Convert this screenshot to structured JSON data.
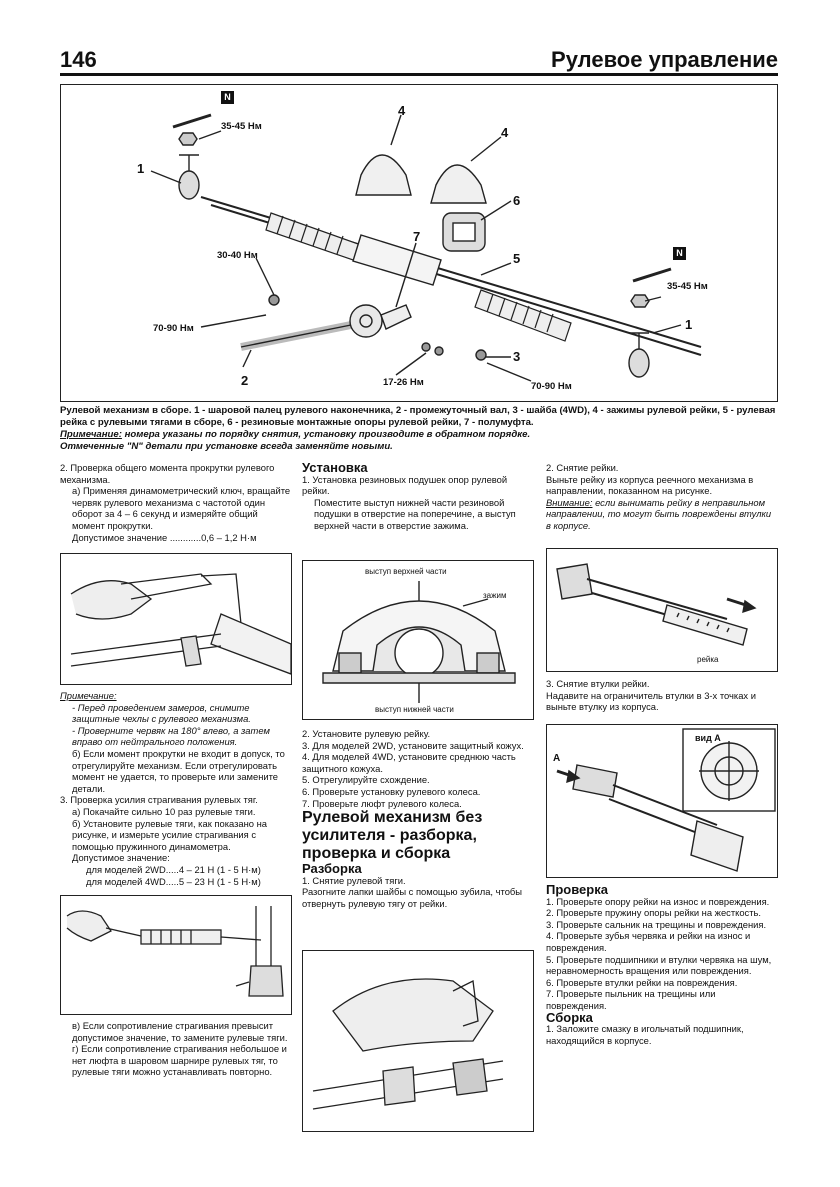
{
  "header": {
    "page_number": "146",
    "title": "Рулевое управление"
  },
  "main_figure": {
    "torques": {
      "t1": "35-45 Нм",
      "t2": "30-40 Нм",
      "t3": "70-90 Нм",
      "t4": "35-45 Нм",
      "t5": "17-26 Нм",
      "t6": "70-90 Нм"
    },
    "n_mark": "N",
    "numbers": {
      "n1a": "1",
      "n1b": "1",
      "n2": "2",
      "n3": "3",
      "n4a": "4",
      "n4b": "4",
      "n5": "5",
      "n6": "6",
      "n7": "7"
    }
  },
  "caption": {
    "line1": "Рулевой механизм в сборе. 1 - шаровой палец рулевого наконечника, 2 - промежуточный вал, 3 - шайба (4WD), 4 - зажимы рулевой рейки, 5 - рулевая рейка с рулевыми тягами в сборе, 6 - резиновые монтажные опоры рулевой рейки, 7 - полумуфта.",
    "note_label": "Примечание:",
    "note_text": " номера указаны по порядку снятия, установку производите в обратном порядке.",
    "note2": "Отмеченные \"N\" детали при установке всегда заменяйте новыми."
  },
  "left_col": {
    "p1": "2. Проверка общего момента прокрутки рулевого механизма.",
    "p2": "а) Применяя динамометрический ключ, вращайте червяк рулевого механизма с частотой один оборот за 4 – 6 секунд и измеряйте общий момент прокрутки.",
    "p3": "Допустимое значение ............0,6 – 1,2 Н·м",
    "note_label": "Примечание:",
    "note1": "- Перед проведением замеров, снимите защитные чехлы с рулевого механизма.",
    "note2": "- Проверните червяк на 180° влево, а затем вправо от нейтрального положения.",
    "p4": "б) Если момент прокрутки не входит в допуск, то отрегулируйте механизм. Если отрегулировать момент не удается, то проверьте или замените детали.",
    "p5": "3. Проверка усилия страгивания рулевых тяг.",
    "p6": "а) Покачайте сильно 10 раз рулевые тяги.",
    "p7": "б) Установите рулевые тяги, как показано на рисунке, и измерьте усилие страгивания с помощью пружинного динамометра.",
    "p8": "Допустимое значение:",
    "p9": "для моделей 2WD.....4 – 21 Н (1 - 5 Н·м)",
    "p10": "для моделей 4WD.....5 – 23 Н (1 - 5 Н·м)",
    "p11": "в) Если сопротивление страгивания превысит допустимое значение, то замените рулевые тяги.",
    "p12": "г) Если сопротивление страгивания небольшое и нет люфта в шаровом шарнире рулевых тяг, то рулевые тяги можно устанавливать повторно."
  },
  "mid_col": {
    "h_install": "Установка",
    "p1": "1. Установка резиновых подушек опор рулевой рейки.",
    "p2": "Поместите выступ нижней части резиновой подушки в отверстие на поперечине, а выступ верхней части в отверстие зажима.",
    "fig_top": "выступ верхней части",
    "fig_clamp": "зажим",
    "fig_bottom": "выступ нижней части",
    "s2": "2. Установите рулевую рейку.",
    "s3": "3. Для моделей 2WD, установите защитный кожух.",
    "s4": "4. Для моделей 4WD, установите среднюю часть защитного кожуха.",
    "s5": "5. Отрегулируйте схождение.",
    "s6": "6. Проверьте установку рулевого колеса.",
    "s7": "7. Проверьте люфт рулевого колеса.",
    "h_section": "Рулевой механизм без усилителя - разборка, проверка и сборка",
    "h_disasm": "Разборка",
    "d1": "1. Снятие рулевой тяги.",
    "d2": "Разогните лапки шайбы с помощью зубила, чтобы отвернуть рулевую тягу от рейки."
  },
  "right_col": {
    "p1": "2. Снятие рейки.",
    "p2": "Выньте рейку из корпуса реечного механизма в направлении, показанном на рисунке.",
    "warn_label": "Внимание:",
    "warn_text": " если вынимать рейку в неправильном направлении, то могут быть повреждены втулки в корпусе.",
    "fig_rack": "рейка",
    "p3": "3. Снятие втулки рейки.",
    "p4": "Надавите на ограничитель втулки в 3-х точках и выньте втулку из корпуса.",
    "fig_viewA": "вид A",
    "fig_A": "A",
    "h_check": "Проверка",
    "c1": "1. Проверьте опору рейки на износ и повреждения.",
    "c2": "2. Проверьте пружину опоры рейки на жесткость.",
    "c3": "3. Проверьте сальник на трещины и повреждения.",
    "c4": "4. Проверьте зубья червяка и рейки на износ и повреждения.",
    "c5": "5. Проверьте подшипники и втулки червяка на шум, неравномерность вращения или повреждения.",
    "c6": "6. Проверьте втулки рейки на повреждения.",
    "c7": "7. Проверьте пыльник на трещины или повреждения.",
    "h_asm": "Сборка",
    "a1": "1. Заложите смазку в игольчатый подшипник, находящийся в корпусе."
  }
}
